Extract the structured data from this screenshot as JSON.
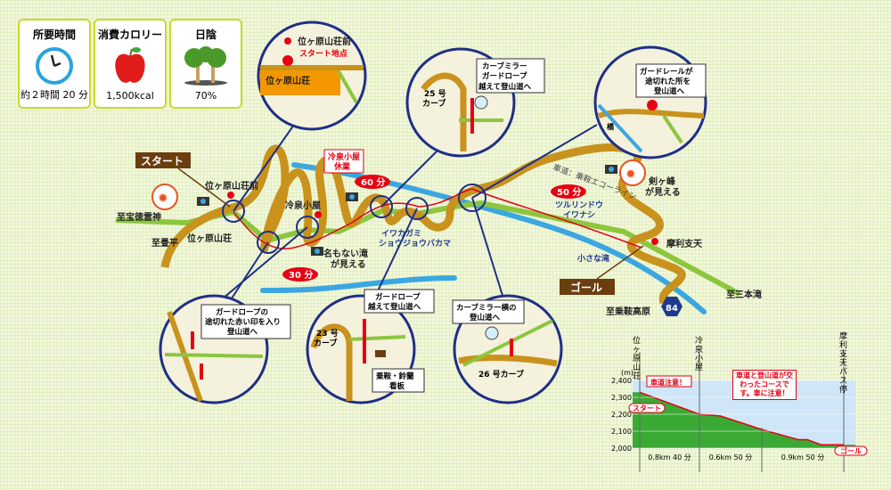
{
  "info_boxes": [
    {
      "title": "所要時間",
      "icon": "clock-icon",
      "value": "約２時間 20 分"
    },
    {
      "title": "消費カロリー",
      "icon": "apple-icon",
      "value": "1,500kcal"
    },
    {
      "title": "日陰",
      "icon": "trees-icon",
      "value": "70%"
    }
  ],
  "labels": {
    "start": "スタート",
    "goal": "ゴール",
    "kuraigahara_mae": "位ヶ原山荘前",
    "kuraigahara_sanso": "位ヶ原山荘",
    "to_houtoku": "至宝徳霊神",
    "to_jojo": "至畳平",
    "reisen": "冷泉小屋",
    "reisen_closed": [
      "冷泉小屋",
      "休業"
    ],
    "nameless_falls": [
      "名もない滝",
      "が見える"
    ],
    "iwakagami": [
      "イワカガミ",
      "ショウジョウバカマ"
    ],
    "tsururindo": [
      "ツルリンドウ",
      "イワナシ"
    ],
    "road": "車道：乗鞍エコーライン",
    "tsurugigamine": [
      "剣ヶ峰",
      "が見える"
    ],
    "marishiten": "摩利支天",
    "small_falls": "小さな滝",
    "to_sanbon": "至三本滝",
    "to_norikura": "至乗鞍高原",
    "route_no": "84",
    "bridge": "橋"
  },
  "time_badges": [
    "30 分",
    "60 分",
    "50 分"
  ],
  "callouts": {
    "c1": {
      "stop": "位ヶ原山荘前",
      "start_point": "スタート地点",
      "lodge": "位ヶ原山荘"
    },
    "c2": {
      "curve": [
        "25 号",
        "カーブ"
      ],
      "note": [
        "カーブミラー",
        "ガードロープ",
        "越えて登山道へ"
      ]
    },
    "c3": {
      "note": [
        "ガードレールが",
        "途切れた所を",
        "登山道へ"
      ]
    },
    "c4": {
      "note": [
        "ガードロープの",
        "途切れた赤い印を入り",
        "登山道へ"
      ]
    },
    "c5": {
      "curve": [
        "23 号",
        "カーブ"
      ],
      "note": [
        "ガードロープ",
        "越えて登山道へ"
      ],
      "sign": [
        "乗鞍・鈴蘭",
        "看板"
      ]
    },
    "c6": {
      "curve": "26 号カーブ",
      "note": [
        "カーブミラー横の",
        "登山道へ"
      ]
    }
  },
  "elevation_profile": {
    "unit": "(m)",
    "y_ticks": [
      "2,000",
      "2,100",
      "2,200",
      "2,300",
      "2,400"
    ],
    "ylim": [
      2000,
      2400
    ],
    "points_km_m": [
      [
        0,
        2330
      ],
      [
        0.8,
        2200
      ],
      [
        1.0,
        2190
      ],
      [
        1.4,
        2110
      ],
      [
        1.8,
        2050
      ],
      [
        1.9,
        2050
      ],
      [
        2.05,
        2020
      ],
      [
        2.3,
        2020
      ]
    ],
    "places": [
      "位ヶ原山荘",
      "冷泉小屋",
      "摩利支天バス停"
    ],
    "segments": [
      "0.8km 40 分",
      "0.6km 50 分",
      "0.9km 50 分"
    ],
    "start": "スタート",
    "goal": "ゴール",
    "notes": [
      "車道注意！",
      "車道と登山道が交わったコースです。車に注意！"
    ]
  },
  "colors": {
    "road": "#c8921c",
    "trail": "#8cc63f",
    "river": "#3ba7e0",
    "route": "#e60012",
    "circle": "#1f2f86"
  }
}
